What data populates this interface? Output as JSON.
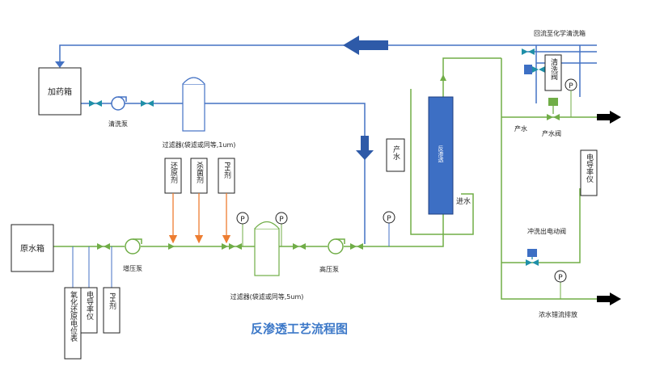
{
  "title": "反渗透工艺流程图",
  "labels": {
    "dosing_tank": "加药箱",
    "cleaning_pump": "清洗泵",
    "filter_top": "过滤器(袋滤或同等,1um)",
    "raw_tank": "原水箱",
    "booster_pump": "增压泵",
    "filter_bottom": "过滤器(袋滤或同等,5um)",
    "hp_pump": "高压泵",
    "reducer": "还原剂",
    "sterilant": "杀菌剂",
    "ph_agent": "PH剂",
    "orp_meter": "氧化还原电位表",
    "cond_meter_left": "电导率仪",
    "ph_meter": "PH剂",
    "ro_module": "反渗透",
    "product_water_box": "产水",
    "feed_water": "进水",
    "return_clean": "回流至化学清洗箱",
    "clean_valve": "清洗阀",
    "product_water": "产水",
    "product_valve": "产水阀",
    "cond_meter_right": "电导率仪",
    "flush_valve": "冲洗出电动阀",
    "concentrate": "浓水错流排放",
    "gauge": "P"
  },
  "colors": {
    "green_line": "#70ad47",
    "blue_line": "#4472c4",
    "dark_blue": "#2e5aa8",
    "orange": "#ed7d31",
    "teal": "#1f8fa8",
    "title": "#3c78c8"
  }
}
